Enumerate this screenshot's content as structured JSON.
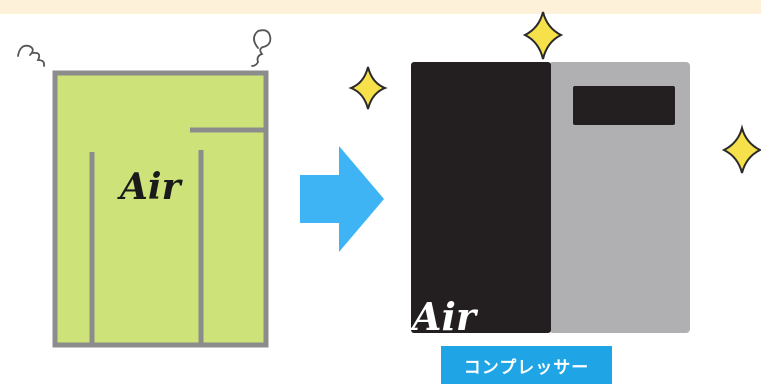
{
  "before": {
    "air_label": "Air"
  },
  "after": {
    "air_label": "Air",
    "device_label": "コンプレッサー"
  },
  "colors": {
    "top_band": "#fdf1d9",
    "room_fill": "#cde37a",
    "room_wall": "#8c8c8c",
    "arrow": "#3fb4f5",
    "compressor_dark": "#231f20",
    "compressor_light": "#b0b0b2",
    "label_bg": "#1fa5e6",
    "sparkle_fill": "#f7e14a"
  },
  "icons": [
    "odor-squiggle-icon",
    "arrow-right-icon",
    "sparkle-icon"
  ]
}
